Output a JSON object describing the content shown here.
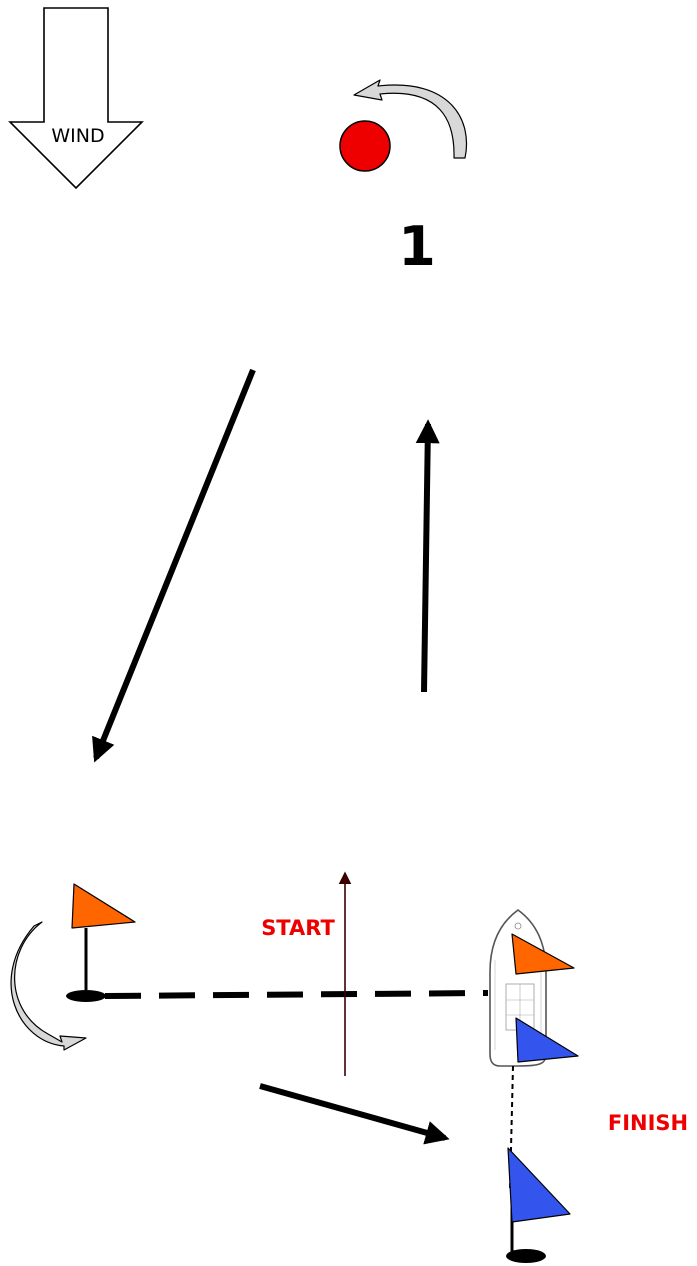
{
  "wind": {
    "label": "WIND"
  },
  "mark": {
    "number": "1",
    "color": "#ee0000"
  },
  "start": {
    "label": "START"
  },
  "finish": {
    "label": "FINISH"
  },
  "colors": {
    "label_red": "#ee0000",
    "flag_orange": "#ff6600",
    "flag_blue": "#3355ee",
    "rounding_arrow_fill": "#d8d8d8"
  },
  "icons": {
    "wind": "wind-arrow-icon",
    "mark": "mark-buoy-icon",
    "pin_flag": "orange-flag-icon",
    "finish_flag": "blue-flag-icon",
    "committee_boat": "committee-boat-icon"
  }
}
